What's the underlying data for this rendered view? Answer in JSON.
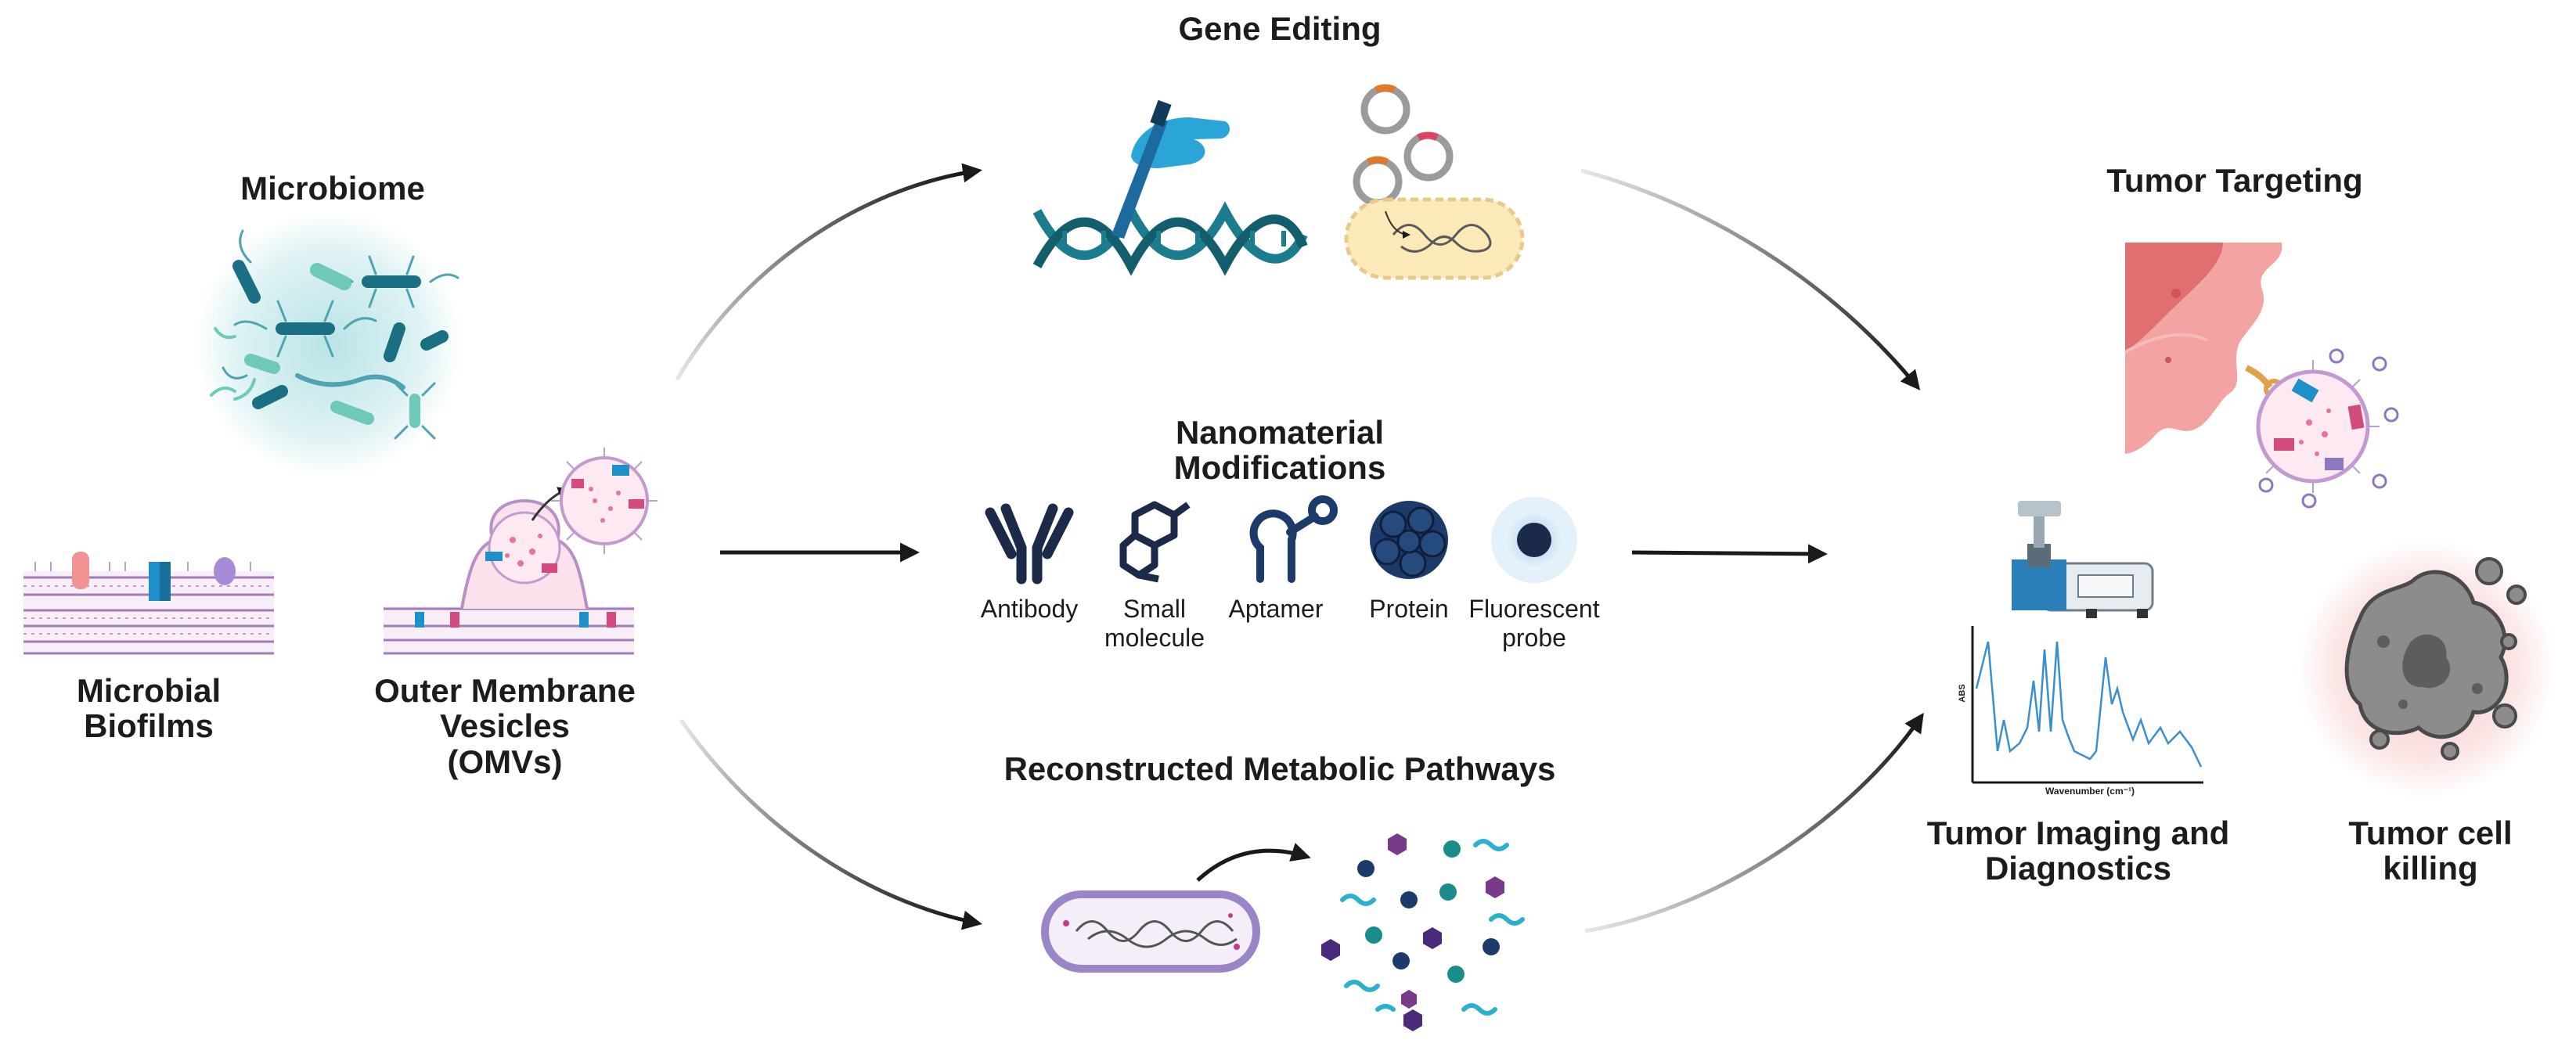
{
  "titles": {
    "gene_editing": "Gene Editing",
    "microbiome": "Microbiome",
    "nanomaterial": [
      "Nanomaterial",
      "Modifications"
    ],
    "metabolic": "Reconstructed Metabolic Pathways",
    "biofilms": [
      "Microbial",
      "Biofilms"
    ],
    "omvs": [
      "Outer Membrane",
      "Vesicles",
      "(OMVs)"
    ],
    "tumor_targeting": "Tumor Targeting",
    "tumor_imaging": [
      "Tumor Imaging and",
      "Diagnostics"
    ],
    "tumor_killing": [
      "Tumor cell",
      "killing"
    ]
  },
  "nanomaterials": [
    {
      "label": [
        "Antibody"
      ],
      "icon": "antibody-icon"
    },
    {
      "label": [
        "Small",
        "molecule"
      ],
      "icon": "small-molecule-icon"
    },
    {
      "label": [
        "Aptamer"
      ],
      "icon": "aptamer-icon"
    },
    {
      "label": [
        "Protein"
      ],
      "icon": "protein-icon"
    },
    {
      "label": [
        "Fluorescent",
        "probe"
      ],
      "icon": "fluorescent-probe-icon"
    }
  ],
  "spectrum": {
    "ylabel": "ABS",
    "xlabel": "Wavenumber (cm⁻¹)"
  },
  "colors": {
    "teal": "#1a7c8c",
    "navy": "#1c2a4a",
    "pink": "#e0607e",
    "purple": "#8d78c0",
    "tumor": "#f08a8a",
    "arrow": "#1a1a1a"
  }
}
